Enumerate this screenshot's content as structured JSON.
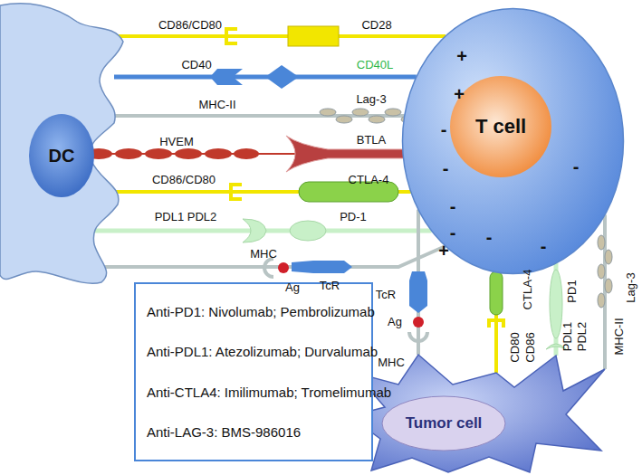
{
  "diagram": {
    "nodes": [
      {
        "text": [
          "DC"
        ]
      },
      {
        "text": [
          "T cell"
        ]
      },
      {
        "text": [
          "Tumor cell"
        ]
      },
      {
        "text": [
          "Anti-PD1: Nivolumab; Pembrolizumab",
          "Anti-PDL1: Atezolizumab; Durvalumab",
          "Anti-CTLA4: Imilimumab; Tromelimumab",
          "Anti-LAG-3: BMS-986016"
        ]
      }
    ],
    "edges": [
      {
        "from": 0,
        "to": 1,
        "arrow": "none"
      },
      {
        "from": 0,
        "to": 1,
        "arrow": "none"
      },
      {
        "from": 0,
        "to": 1,
        "arrow": "none"
      },
      {
        "from": 0,
        "to": 1,
        "arrow": "none"
      },
      {
        "from": 0,
        "to": 1,
        "arrow": "none"
      },
      {
        "from": 0,
        "to": 1,
        "arrow": "none"
      },
      {
        "from": 0,
        "to": 1,
        "arrow": "none"
      },
      {
        "from": 1,
        "to": 2,
        "arrow": "none"
      },
      {
        "from": 1,
        "to": 2,
        "arrow": "none"
      },
      {
        "from": 1,
        "to": 2,
        "arrow": "none"
      },
      {
        "from": 1,
        "to": 2,
        "arrow": "none"
      }
    ],
    "labels": [
      "CD86/CD80",
      "CD28",
      "+",
      "CD40",
      "CD40L",
      "+",
      "MHC-II",
      "Lag-3",
      "-",
      "HVEM",
      "BTLA",
      "-",
      "CD86/CD80",
      "CTLA-4",
      "-",
      "PDL1 PDL2",
      "PD-1",
      "-",
      "MHC",
      "Ag",
      "TcR",
      "+",
      "TcR",
      "Ag",
      "MHC",
      "-",
      "CTLA-4",
      "CD80",
      "CD86",
      "-",
      "PD1",
      "PDL1",
      "PDL2",
      "-",
      "Lag-3",
      "MHC-II"
    ]
  }
}
